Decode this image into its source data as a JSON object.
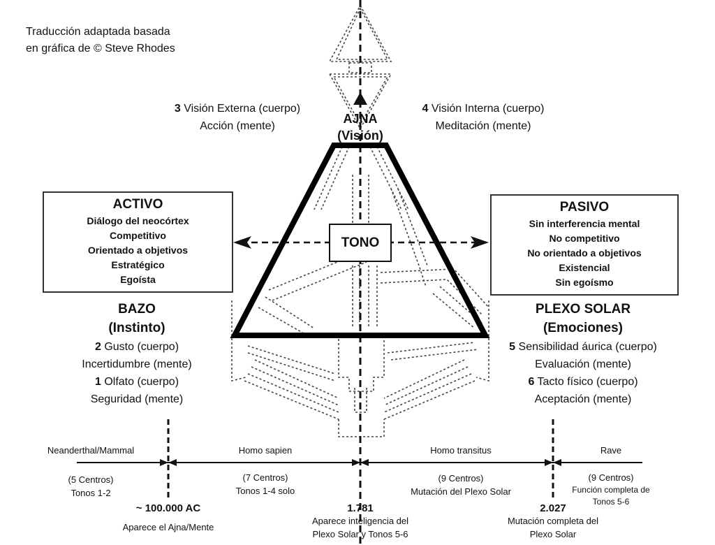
{
  "credit": {
    "line1": "Traducción adaptada basada",
    "line2": "en gráfica de © Steve Rhodes"
  },
  "ajna": {
    "title": "AJNA",
    "subtitle": "(Visión)",
    "left": {
      "num": "3",
      "body": "Visión Externa (cuerpo)",
      "mind": "Acción (mente)"
    },
    "right": {
      "num": "4",
      "body": "Visión Interna (cuerpo)",
      "mind": "Meditación (mente)"
    }
  },
  "tono": {
    "label": "TONO"
  },
  "activo": {
    "title": "ACTIVO",
    "lines": [
      "Diálogo del neocórtex",
      "Competitivo",
      "Orientado a objetivos",
      "Estratégico",
      "Egoísta"
    ]
  },
  "pasivo": {
    "title": "PASIVO",
    "lines": [
      "Sin interferencia mental",
      "No competitivo",
      "No orientado a objetivos",
      "Existencial",
      "Sin egoísmo"
    ]
  },
  "bazo": {
    "title": "BAZO",
    "subtitle": "(Instinto)",
    "tone_a": {
      "num": "2",
      "body": "Gusto (cuerpo)",
      "mind": "Incertidumbre (mente)"
    },
    "tone_b": {
      "num": "1",
      "body": "Olfato (cuerpo)",
      "mind": "Seguridad (mente)"
    }
  },
  "plexo": {
    "title": "PLEXO SOLAR",
    "subtitle": "(Emociones)",
    "tone_a": {
      "num": "5",
      "body": "Sensibilidad áurica (cuerpo)",
      "mind": "Evaluación (mente)"
    },
    "tone_b": {
      "num": "6",
      "body": "Tacto físico (cuerpo)",
      "mind": "Aceptación (mente)"
    }
  },
  "timeline": {
    "eras": [
      {
        "name": "Neanderthal/Mammal",
        "centers": "(5 Centros)",
        "detail": "Tonos 1-2",
        "detail2": ""
      },
      {
        "name": "Homo sapien",
        "centers": "(7 Centros)",
        "detail": "Tonos 1-4 solo",
        "detail2": ""
      },
      {
        "name": "Homo transitus",
        "centers": "(9 Centros)",
        "detail": "Mutación del Plexo Solar",
        "detail2": ""
      },
      {
        "name": "Rave",
        "centers": "(9 Centros)",
        "detail": "Función completa de",
        "detail2": "Tonos 5-6"
      }
    ],
    "markers": [
      {
        "date": "~ 100.000 AC",
        "desc1": "Aparece el Ajna/Mente",
        "desc2": ""
      },
      {
        "date": "1.781",
        "desc1": "Aparece inteligencia del",
        "desc2": "Plexo Solar y Tonos 5-6"
      },
      {
        "date": "2.027",
        "desc1": "Mutación completa del",
        "desc2": "Plexo Solar"
      }
    ]
  }
}
